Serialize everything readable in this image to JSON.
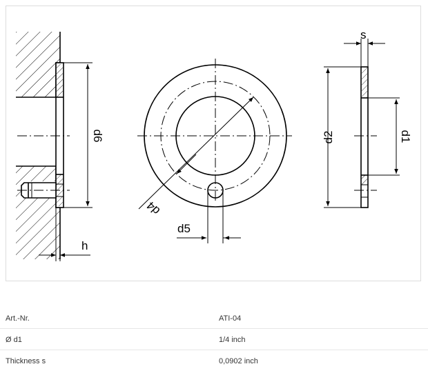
{
  "drawing": {
    "labels": {
      "s": "s",
      "h": "h",
      "d6": "d6",
      "d4": "d4",
      "d5": "d5",
      "d2": "d2",
      "d1": "d1"
    }
  },
  "specs": [
    {
      "label": "Art.-Nr.",
      "value": "ATI-04"
    },
    {
      "label": "Ø d1",
      "value": "1/4 inch"
    },
    {
      "label": "Thickness s",
      "value": "0,0902 inch"
    }
  ]
}
